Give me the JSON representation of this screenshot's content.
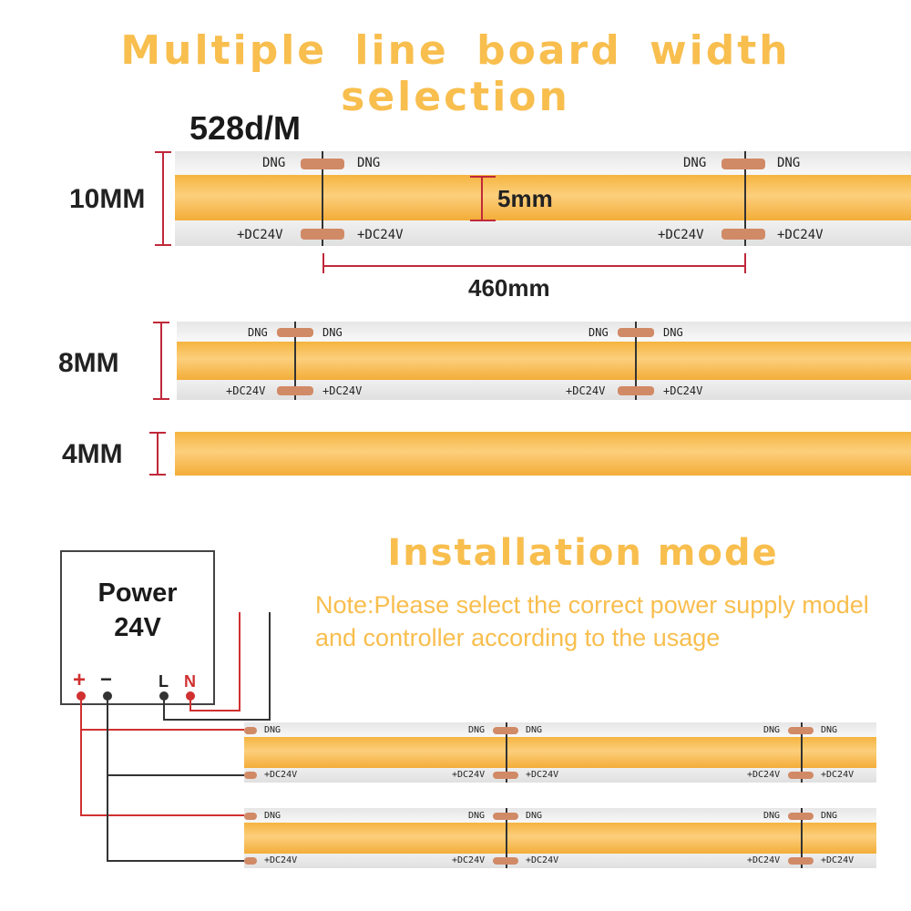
{
  "header": {
    "title": "Multiple line board width selection"
  },
  "board_10mm": {
    "density": "528d/M",
    "width_label": "10MM",
    "inner_width": "5mm",
    "cut_spacing": "460mm",
    "pad_top_label": "DNG",
    "pad_bottom_label": "+DC24V"
  },
  "board_8mm": {
    "width_label": "8MM",
    "pad_top_label": "DNG",
    "pad_bottom_label": "+DC24V"
  },
  "board_4mm": {
    "width_label": "4MM"
  },
  "installation": {
    "title": "Installation mode",
    "note": "Note:Please select the correct power supply model and controller according to the usage"
  },
  "power_supply": {
    "title_line1": "Power",
    "title_line2": "24V",
    "terminal_plus": "+",
    "terminal_minus": "−",
    "terminal_l": "L",
    "terminal_n": "N"
  },
  "install_strip": {
    "pad_top_label": "DNG",
    "pad_bottom_label": "+DC24V"
  },
  "colors": {
    "accent_orange": "#f8be4e",
    "led_yellow": "#fac56a",
    "dimension_red": "#c0283a",
    "copper_pad": "#d18a66",
    "wire_red": "#d03030",
    "wire_dark": "#333333"
  }
}
